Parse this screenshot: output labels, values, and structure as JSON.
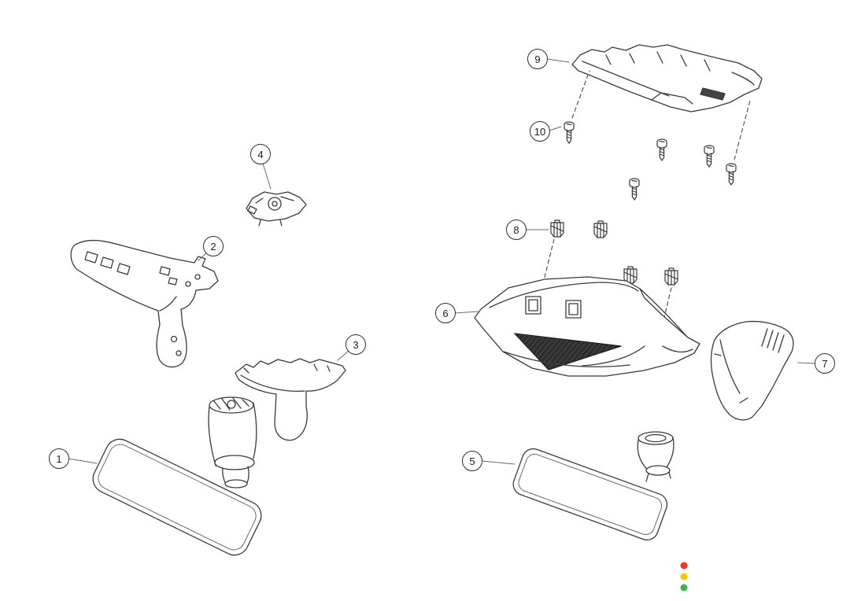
{
  "callouts": [
    {
      "label": "1"
    },
    {
      "label": "2"
    },
    {
      "label": "3"
    },
    {
      "label": "4"
    },
    {
      "label": "5"
    },
    {
      "label": "6"
    },
    {
      "label": "7"
    },
    {
      "label": "8"
    },
    {
      "label": "9"
    },
    {
      "label": "10"
    }
  ],
  "status_dots": [
    {
      "name": "red-dot",
      "color": "#ee3a24"
    },
    {
      "name": "yellow-dot",
      "color": "#fdc500"
    },
    {
      "name": "green-dot",
      "color": "#3bb54a"
    }
  ],
  "artwork": {
    "line_color": "#3a3a3a"
  }
}
